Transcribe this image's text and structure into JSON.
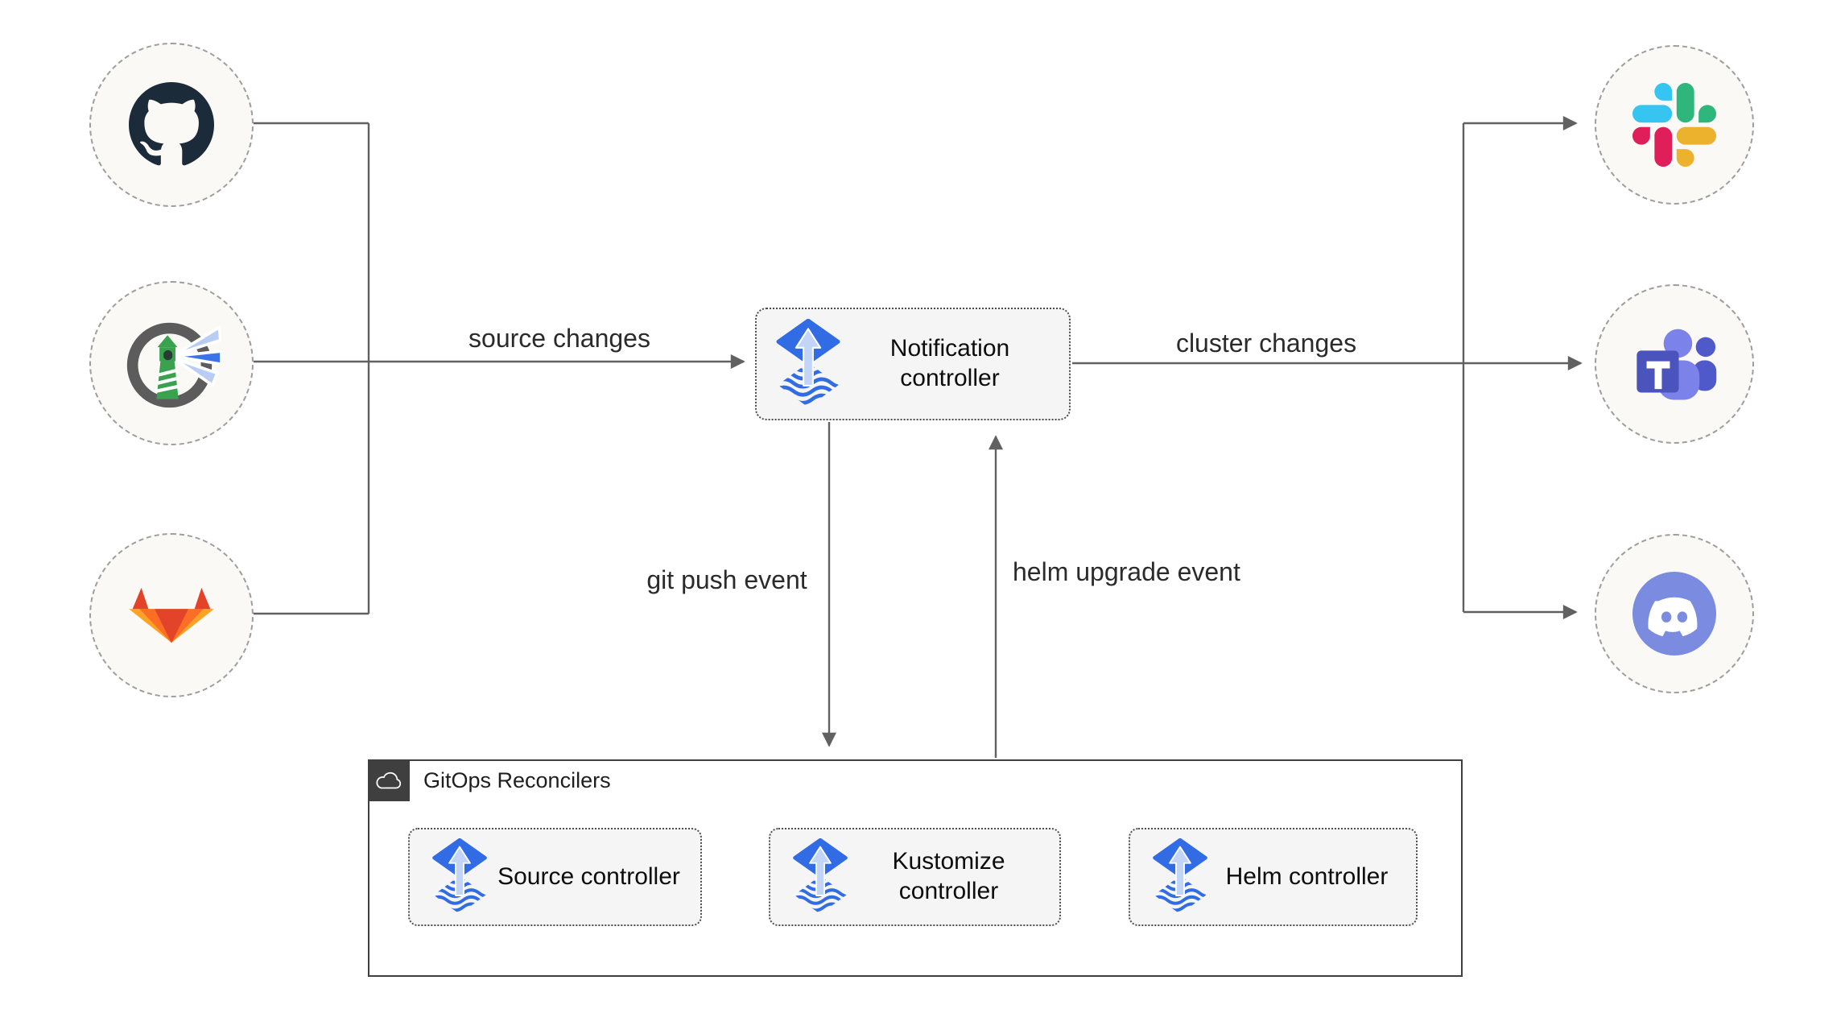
{
  "diagram": {
    "edge_labels": {
      "source_changes": "source changes",
      "cluster_changes": "cluster changes",
      "git_push_event": "git push event",
      "helm_upgrade_event": "helm upgrade event"
    },
    "nodes": {
      "notification_controller": "Notification controller",
      "source_controller": "Source controller",
      "kustomize_controller": "Kustomize controller",
      "helm_controller": "Helm controller"
    },
    "group": {
      "title": "GitOps Reconcilers",
      "icon": "cloud-icon"
    },
    "sources": [
      {
        "icon": "github-icon"
      },
      {
        "icon": "harbor-icon"
      },
      {
        "icon": "gitlab-icon"
      }
    ],
    "destinations": [
      {
        "icon": "slack-icon"
      },
      {
        "icon": "microsoft-teams-icon"
      },
      {
        "icon": "discord-icon"
      }
    ],
    "colors": {
      "flux_blue": "#316CE4",
      "flux_light_blue": "#c3d5f6",
      "line_gray": "#616161",
      "node_fill": "#f5f5f5",
      "node_border": "#4d4d4d",
      "circle_fill": "#faf9f6",
      "circle_border": "#9e9e9e",
      "group_border": "#3f3f3f",
      "group_label_bg": "#3f3f3f",
      "slack_blue": "#36C5F0",
      "slack_green": "#2EB67D",
      "slack_yellow": "#ECB22E",
      "slack_red": "#E01E5A",
      "gitlab_red": "#e24329",
      "gitlab_orange": "#fc6d26",
      "gitlab_yellow": "#fca326",
      "teams_purple": "#4B53BC",
      "teams_light_purple": "#7B83EB",
      "teams_mid_purple": "#5059C9",
      "discord_blurple": "#7B8CE0",
      "harbor_green": "#3aa24e",
      "harbor_gray": "#5c5c5c",
      "github_dark": "#1c2b3a"
    }
  }
}
